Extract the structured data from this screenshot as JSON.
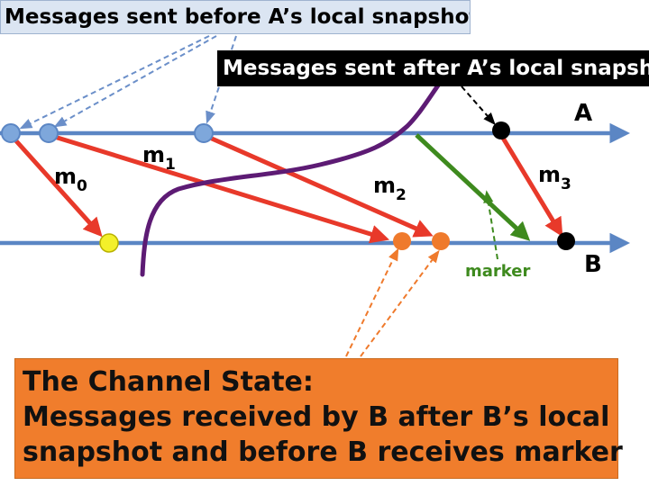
{
  "callouts": {
    "before": "Messages sent before A’s local snapshot",
    "after": "Messages sent after A’s local snapshot",
    "channel_title": "The Channel State:",
    "channel_line1": "Messages received by B after B’s local",
    "channel_line2": "snapshot and before B receives marker"
  },
  "processes": {
    "a": "A",
    "b": "B"
  },
  "messages": {
    "m0": {
      "base": "m",
      "sub": "0"
    },
    "m1": {
      "base": "m",
      "sub": "1"
    },
    "m2": {
      "base": "m",
      "sub": "2"
    },
    "m3": {
      "base": "m",
      "sub": "3"
    }
  },
  "marker_label": "marker",
  "colors": {
    "timeline": "#5b86c4",
    "message": "#e8392a",
    "marker_arrow": "#3e8a1e",
    "cut": "#5d1b74",
    "event_blue": "#7ea7db",
    "event_orange": "#ef7a2c",
    "event_yellow": "#f3f02a",
    "event_black": "#000000"
  }
}
